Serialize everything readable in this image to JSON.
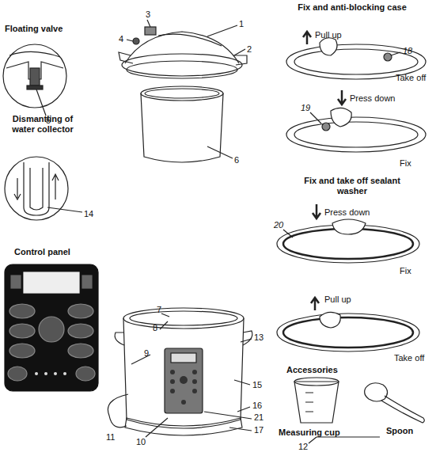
{
  "diagram": {
    "labels": [
      "Floating valve",
      "Dismantling of water collector",
      "Control panel",
      "1",
      "2",
      "3",
      "4",
      "5",
      "6",
      "14",
      "7",
      "8",
      "9",
      "13",
      "15",
      "16",
      "21",
      "17",
      "11",
      "10",
      "Fix and anti-blocking case",
      "Pull up",
      "18",
      "Take off",
      "Press down",
      "19",
      "Fix",
      "Fix and take off sealant washer",
      "Press down",
      "20",
      "Fix",
      "Pull up",
      "Take off",
      "Accessories",
      "Measuring cup",
      "Spoon",
      "12"
    ]
  }
}
